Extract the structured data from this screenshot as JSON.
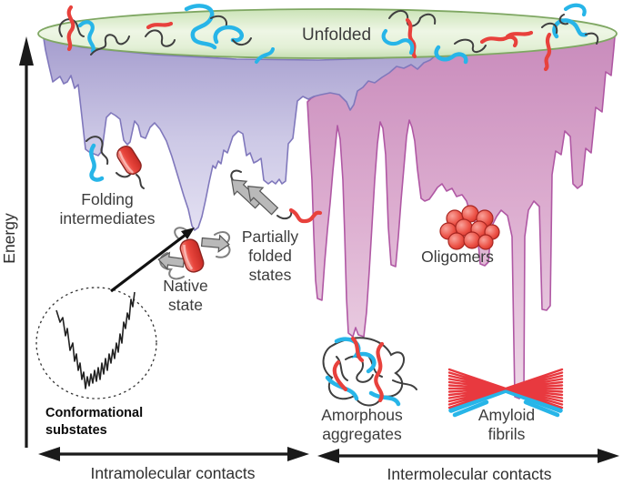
{
  "figure": {
    "type": "protein-folding-energy-landscape",
    "surface_label": "Unfolded",
    "y_axis_label": "Energy",
    "x_axis_left_label": "Intramolecular contacts",
    "x_axis_right_label": "Intermolecular contacts",
    "inset_label_lines": [
      "Conformational",
      "substates"
    ],
    "states": {
      "folding_intermediates": [
        "Folding",
        "intermediates"
      ],
      "native_state": [
        "Native",
        "state"
      ],
      "partially_folded": [
        "Partially",
        "folded",
        "states"
      ],
      "oligomers": [
        "Oligomers"
      ],
      "amorphous_aggregates": [
        "Amorphous",
        "aggregates"
      ],
      "amyloid_fibrils": [
        "Amyloid",
        "fibrils"
      ]
    },
    "icons": [
      "unfolded-chain-icon",
      "folding-intermediate-icon",
      "native-state-icon",
      "partially-folded-icon",
      "oligomers-icon",
      "amorphous-aggregate-icon",
      "amyloid-fibril-icon",
      "conformational-substates-inset-icon"
    ],
    "colors": {
      "intramolecular_funnel": "#a59dce",
      "intramolecular_funnel_light": "#e7e4f4",
      "intramolecular_funnel_stroke": "#8078bc",
      "intermolecular_funnel": "#c98cbc",
      "intermolecular_funnel_light": "#efdbe9",
      "intermolecular_funnel_stroke": "#b058a4",
      "unfolded_surface": "#d9ecca",
      "unfolded_surface_stroke": "#7fa763",
      "chain_cyan": "#27b5e8",
      "chain_red": "#e8413c",
      "chain_dark": "#3f3f3f",
      "sheet_gray": "#b9b9b9",
      "text": "#3c3c3c",
      "axis": "#1a1a1a"
    }
  }
}
